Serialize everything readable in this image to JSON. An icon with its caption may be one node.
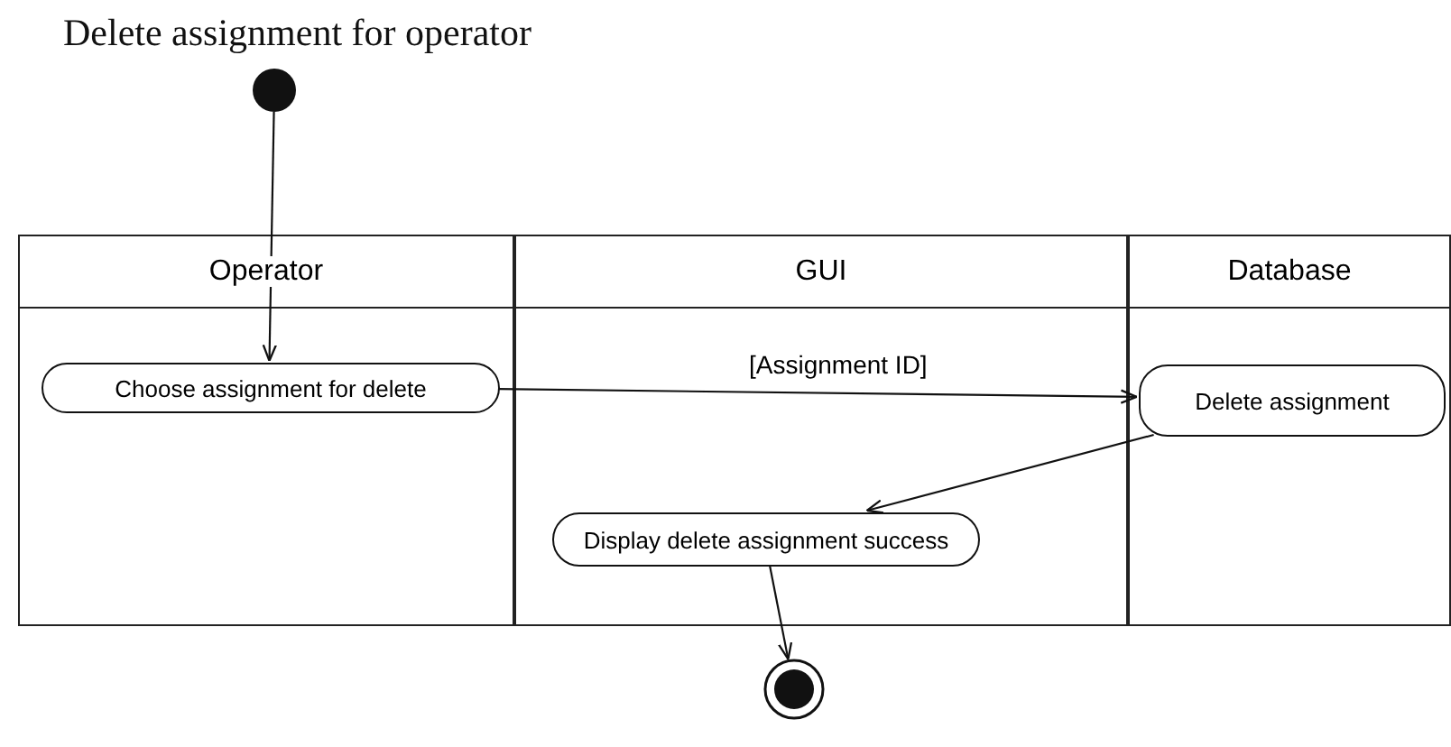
{
  "diagram": {
    "title": "Delete assignment for operator",
    "nodes": [
      {
        "text": [
          "Operator"
        ]
      },
      {
        "text": [
          "GUI"
        ]
      },
      {
        "text": [
          "Database"
        ]
      },
      {
        "text": [],
        "shape": "circle"
      },
      {
        "text": [
          "Choose assignment for delete"
        ],
        "in": 0
      },
      {
        "text": [
          "Delete assignment"
        ],
        "in": 2
      },
      {
        "text": [
          "Display delete assignment success"
        ],
        "in": 1
      },
      {
        "text": [],
        "shape": "circle"
      }
    ],
    "edges": [
      {
        "from": 3,
        "to": 4,
        "arrow": "to"
      },
      {
        "from": 4,
        "to": 5,
        "arrow": "to",
        "label": "[Assignment ID]"
      },
      {
        "from": 5,
        "to": 6,
        "arrow": "to"
      },
      {
        "from": 6,
        "to": 7,
        "arrow": "to"
      }
    ]
  }
}
